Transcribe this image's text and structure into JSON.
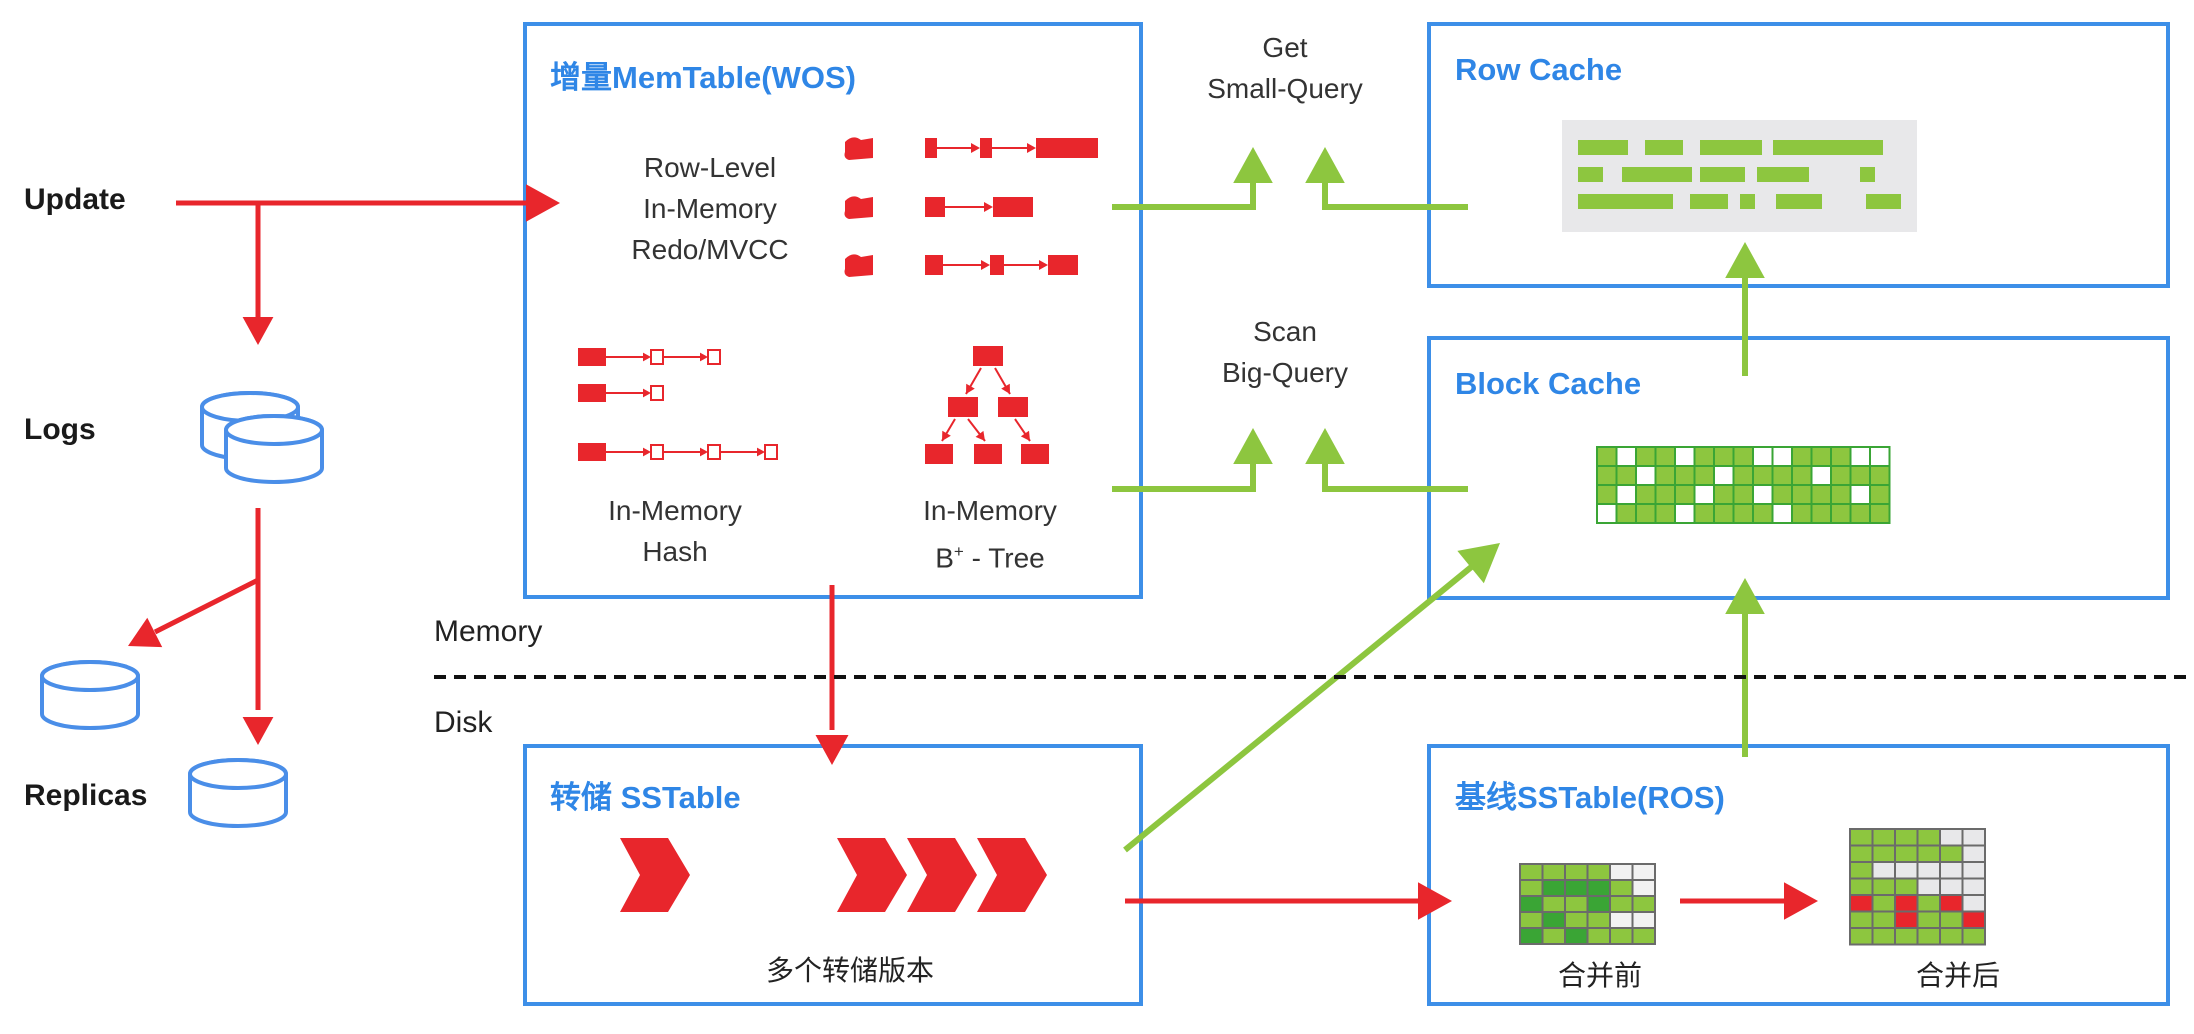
{
  "left": {
    "update": "Update",
    "logs": "Logs",
    "replicas": "Replicas"
  },
  "layers": {
    "memory": "Memory",
    "disk": "Disk"
  },
  "memtable": {
    "title": "增量MemTable(WOS)",
    "row_level": [
      "Row-Level",
      "In-Memory",
      "Redo/MVCC"
    ],
    "hash": [
      "In-Memory",
      "Hash"
    ],
    "btree_line1": "In-Memory",
    "btree_b": "B",
    "btree_sup": "+",
    "btree_rest": " - Tree"
  },
  "queries": {
    "get": [
      "Get",
      "Small-Query"
    ],
    "scan": [
      "Scan",
      "Big-Query"
    ]
  },
  "row_cache": {
    "title": "Row Cache"
  },
  "block_cache": {
    "title": "Block Cache"
  },
  "dump_sstable": {
    "title": "转储 SSTable",
    "caption": "多个转储版本"
  },
  "baseline_sstable": {
    "title": "基线SSTable(ROS)",
    "before": "合并前",
    "after": "合并后"
  },
  "colors": {
    "blue_border": "#3d8fe8",
    "title_blue": "#2f86e6",
    "red": "#e8262c",
    "green": "#8dc63f",
    "dark_green": "#3aa535",
    "db_blue": "#4a8ee8",
    "gray": "#e8e8ea"
  }
}
